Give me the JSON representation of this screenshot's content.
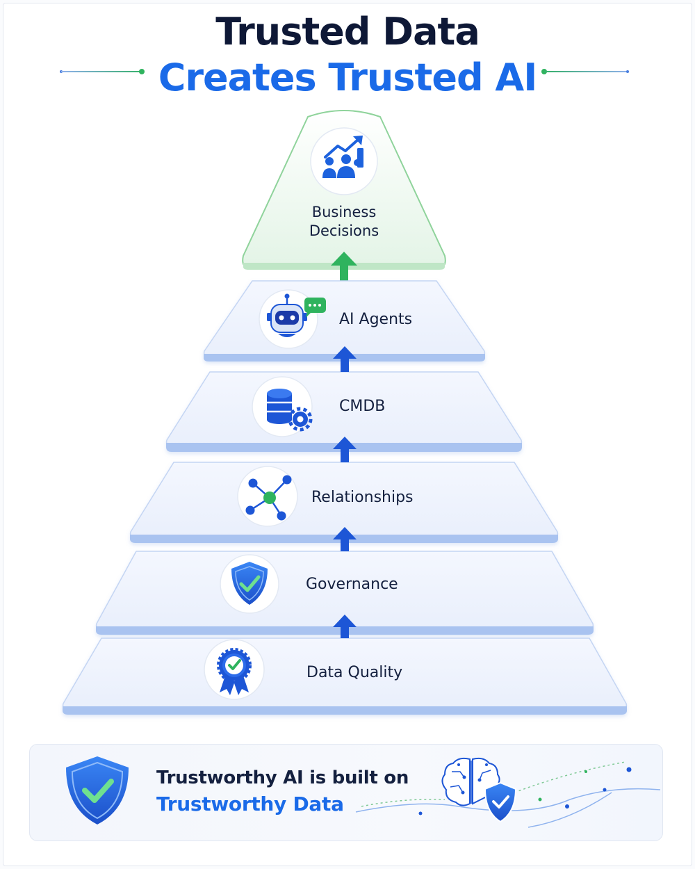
{
  "header": {
    "title_line_1": "Trusted Data",
    "title_line_2": "Creates Trusted AI"
  },
  "pyramid": {
    "top": {
      "label_line_1": "Business",
      "label_line_2": "Decisions",
      "icon": "business-growth-icon"
    },
    "layers": [
      {
        "label": "AI Agents",
        "icon": "robot-chat-icon"
      },
      {
        "label": "CMDB",
        "icon": "database-gear-icon"
      },
      {
        "label": "Relationships",
        "icon": "network-nodes-icon"
      },
      {
        "label": "Governance",
        "icon": "shield-check-icon"
      },
      {
        "label": "Data Quality",
        "icon": "award-badge-icon"
      }
    ]
  },
  "banner": {
    "line_1": "Trustworthy AI is built on",
    "line_2": "Trustworthy Data",
    "icons": [
      "shield-check-icon",
      "brain-circuit-icon"
    ]
  },
  "colors": {
    "navy": "#0e1836",
    "blue": "#1a6ae8",
    "green": "#2fb35e",
    "layer_fill": "#eef3fd",
    "layer_edge": "#9ebbee",
    "top_fill": "#e9f6ea",
    "top_edge": "#8fd39b"
  }
}
